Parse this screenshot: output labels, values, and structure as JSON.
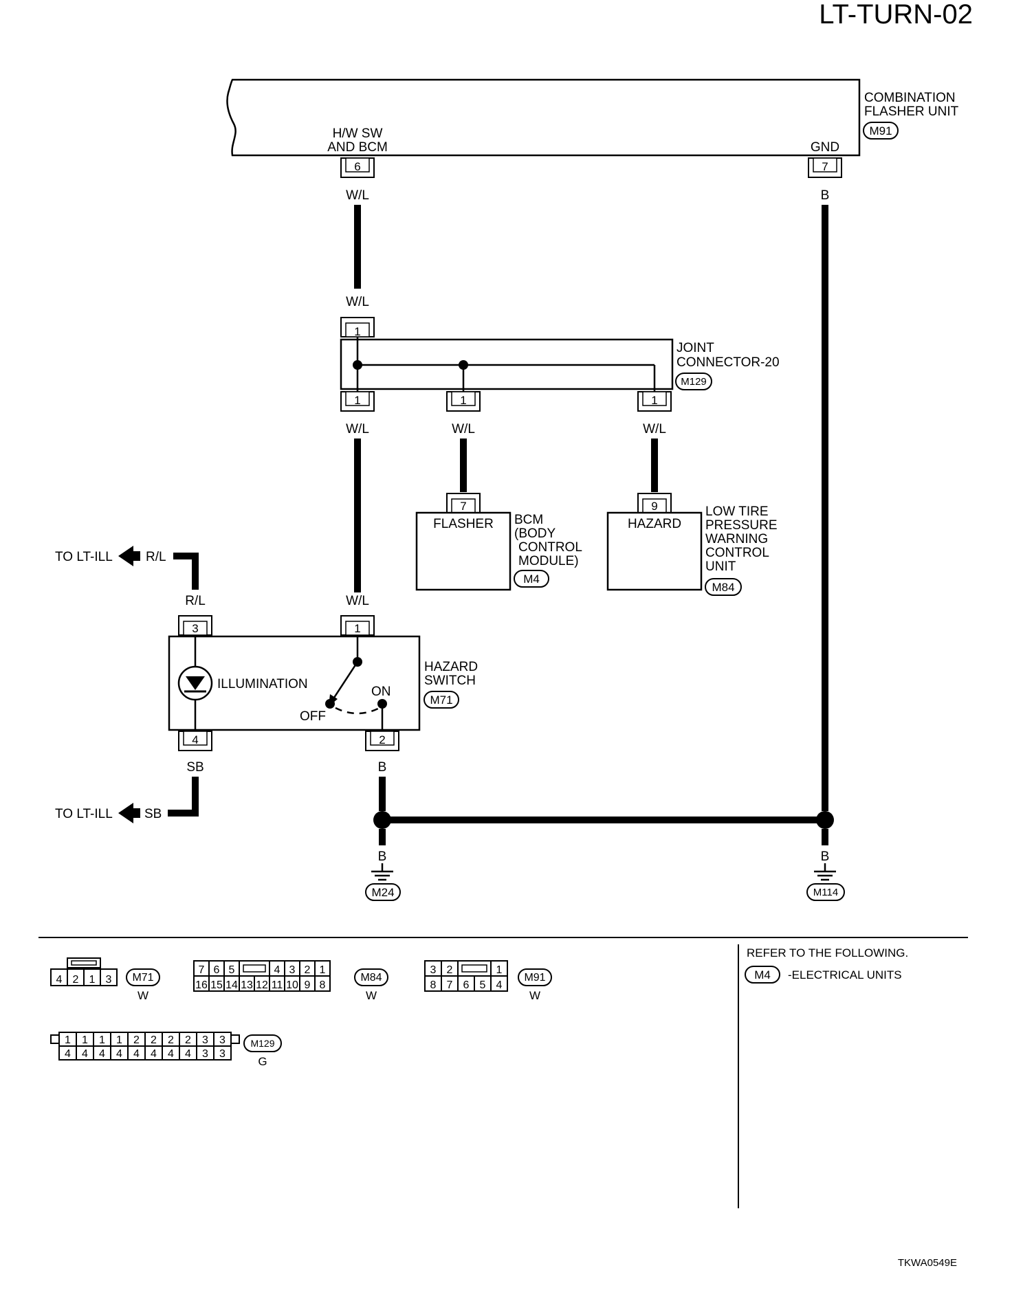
{
  "page_title": "LT-TURN-02",
  "footer_code": "TKWA0549E",
  "flasher_unit": {
    "name_line1": "COMBINATION",
    "name_line2": "FLASHER UNIT",
    "connector": "M91",
    "pin6": "6",
    "pin6_label1": "H/W SW",
    "pin6_label2": "AND BCM",
    "pin7": "7",
    "pin7_label": "GND"
  },
  "joint_connector": {
    "name_line1": "JOINT",
    "name_line2": "CONNECTOR-20",
    "connector": "M129",
    "pin_in": "1",
    "pin_out_a": "1",
    "pin_out_b": "1",
    "pin_out_c": "1"
  },
  "bcm": {
    "terminal": "FLASHER",
    "pin": "7",
    "name_line1": "BCM",
    "name_line2": "(BODY",
    "name_line3": "CONTROL",
    "name_line4": "MODULE)",
    "connector": "M4"
  },
  "tpms": {
    "terminal": "HAZARD",
    "pin": "9",
    "name_line1": "LOW TIRE",
    "name_line2": "PRESSURE",
    "name_line3": "WARNING",
    "name_line4": "CONTROL",
    "name_line5": "UNIT",
    "connector": "M84"
  },
  "hazard_switch": {
    "name_line1": "HAZARD",
    "name_line2": "SWITCH",
    "connector": "M71",
    "illumination": "ILLUMINATION",
    "on": "ON",
    "off": "OFF",
    "pin1": "1",
    "pin2": "2",
    "pin3": "3",
    "pin4": "4"
  },
  "wires": {
    "wl": "W/L",
    "b": "B",
    "rl": "R/L",
    "sb": "SB"
  },
  "offpage": {
    "to_lt_ill_top": "TO LT-ILL",
    "top_color": "R/L",
    "to_lt_ill_bottom": "TO LT-ILL",
    "bottom_color": "SB"
  },
  "grounds": {
    "left": "M24",
    "left_color": "B",
    "right": "M114",
    "right_color": "B"
  },
  "connector_views": {
    "m71": {
      "id": "M71",
      "color": "W",
      "pins": [
        "4",
        "2",
        "1",
        "3"
      ]
    },
    "m84": {
      "id": "M84",
      "color": "W",
      "top": [
        "7",
        "6",
        "5",
        "4",
        "3",
        "2",
        "1"
      ],
      "bottom": [
        "16",
        "15",
        "14",
        "13",
        "12",
        "11",
        "10",
        "9",
        "8"
      ]
    },
    "m91": {
      "id": "M91",
      "color": "W",
      "top": [
        "3",
        "2",
        "1"
      ],
      "bottom": [
        "8",
        "7",
        "6",
        "5",
        "4"
      ]
    },
    "m129": {
      "id": "M129",
      "color": "G",
      "top": [
        "1",
        "1",
        "1",
        "1",
        "2",
        "2",
        "2",
        "2",
        "3",
        "3"
      ],
      "bottom": [
        "4",
        "4",
        "4",
        "4",
        "4",
        "4",
        "4",
        "4",
        "3",
        "3"
      ]
    }
  },
  "refer": {
    "heading": "REFER TO THE FOLLOWING.",
    "item_connector": "M4",
    "item_text": "-ELECTRICAL UNITS"
  }
}
